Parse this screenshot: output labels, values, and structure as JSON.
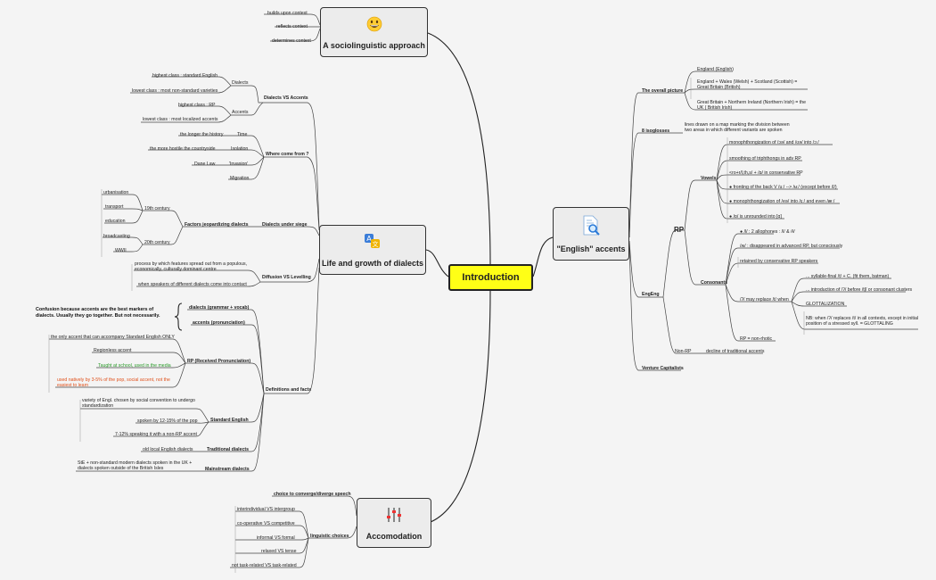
{
  "center": "Introduction",
  "main": {
    "socio": "A sociolinguistic approach",
    "life": "Life and growth of dialects",
    "english": "\"English\" accents",
    "accom": "Accomodation"
  },
  "socio": {
    "items": [
      "builds upon context",
      "reflects context",
      "determines context"
    ]
  },
  "life": {
    "dva": "Dialects VS Accents",
    "dialects": "Dialects",
    "d1": "highest class : standard English",
    "d2": "lowest class : most non-standard varieties",
    "accents": "Accents",
    "a1": "highest class : RP",
    "a2": "lowest class : most localized accents",
    "wcf": "Where come from ?",
    "time": "Time",
    "time_t": "the longer the history",
    "iso": "Isolation",
    "iso_t": "the more hostile the countryside",
    "inv": "'Invasion'",
    "inv_t": "Dane Law",
    "mig": "Migration",
    "dus": "Dialects under siege",
    "fjd": "Factors jeopardizing dialects",
    "c19": "19th century",
    "c19_items": [
      "urbanisation",
      "transport",
      "education"
    ],
    "c20": "20th century",
    "c20_items": [
      "broadcasting",
      "WWII"
    ],
    "dvl": "Diffusion VS Levelling",
    "dvl1": "process by which features spread out from a populous, economically, culturally dominant centre",
    "dvl2": "when speakers of different dialects come into contact",
    "def": "Definitions and facts",
    "dgv": "dialects (grammar + vocab)",
    "ap": "accents (pronunciation)",
    "conf": "Confusion because accents are the best markers of dialects. Usually they go together. But not necessarily.",
    "rp": "RP (Received Pronunciation)",
    "rp_only": "the only accent that can accompany Standard English ONLY",
    "rp_reg": "Regionless accent",
    "rp_taught": "Taught at school, used in the media",
    "rp_used": "used natively by 3-5% of the pop, social accent, not the easiest to learn",
    "se": "Standard English",
    "se1": "variety of Engl. chosen by social convention to undergo standardization",
    "se2": "spoken by 12-15% of the pop",
    "se3": "7-12% speaking it with a non-RP accent",
    "td": "Traditional dialects",
    "td1": "old local English dialects",
    "md": "Mainstream dialects",
    "md1": "StE + non-standard modern dialects spoken in the UK + dialects spoken outside of the British Isles",
    "colors": {
      "green": "#2a9a2a",
      "orange": "#e0501a"
    }
  },
  "english": {
    "overall": "The overall picture",
    "ov1": "England (English)",
    "ov2": "England + Wales (Welsh) + Scotland (Scottish) = Great Britain (British)",
    "ov3": "Great Britain + Northern Ireland (Northern Irish) = the UK ( British Irish)",
    "iso8": "8 isoglosses",
    "iso8_t": "lines drawn on a map marking the division between two areas in which different variants are spoken",
    "engeng": "EngEng",
    "rp": "RP",
    "vowels": "Vowels",
    "v": [
      "monophthongization of /ɔə/ and /ʊə/ into /ɔː/",
      "smoothing of triphthongs in adv RP",
      "<ro+r/l,th,s/ + /ɒ/ in conservative RP",
      "● fronting of the back V /uː/ --> /ʉː/ (except before /l/)",
      "● monophthongization of /eə/ into /ɛː/ and even /æː/",
      "● /ɒ/ is unrounded into [ɑ]"
    ],
    "consonants": "Consonants",
    "c": [
      "● /l/ : 2 allophones : /l/ & /ɫ/",
      "/ʍ/ : disappeared in advanced RP, but consciously",
      "retained by conservative RP speakers",
      "/ʔ/ may replace /t/ when",
      "RP = non-rhotic"
    ],
    "glot": [
      "... syllable-final /t/ + C. (fit them, batman)",
      "... introduction of /ʔ/ before /tʃ/ or consonant clusters",
      "GLOTTALIZATION",
      "NB: when /ʔ/ replaces /t/ in all contexts, except in initial position of a stressed syll. = GLOTTALING"
    ],
    "nonrp": "Non-RP",
    "nonrp_t": "decline of traditional accents",
    "venture": "Venture Capitalists"
  },
  "accom": {
    "choice": "choice to converge/diverge speech",
    "lc": "linguistic choices",
    "items": [
      "interindividual VS intergroup",
      "co-operative VS competitive",
      "informal VS formal",
      "relaxed VS tense",
      "not task-related VS task-related"
    ]
  }
}
